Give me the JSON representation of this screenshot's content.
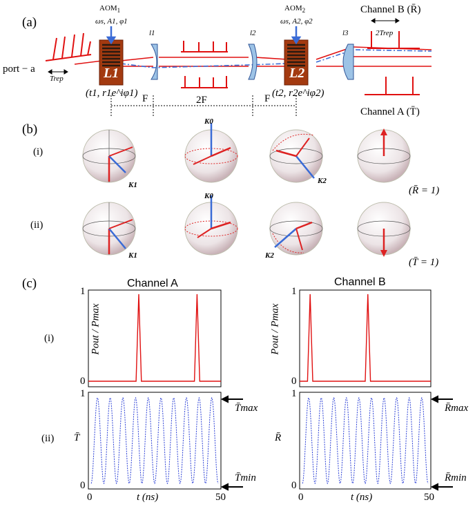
{
  "panel_a": {
    "letter": "(a)",
    "aom1": "AOM",
    "aom1_sub": "1",
    "aom1_params": "ωs, A1, φ1",
    "aom2": "AOM",
    "aom2_sub": "2",
    "aom2_params": "ωs, A2, φ2",
    "lattice1": "L1",
    "lattice2": "L2",
    "lens1": "l1",
    "lens2": "l2",
    "lens3": "l3",
    "port": "port − a",
    "trep": "Trep",
    "two_trep": "2Trep",
    "t1": "(t1, r1e^iφ1)",
    "t2": "(t2, r2e^iφ2)",
    "f_left": "F",
    "f_mid": "2F",
    "f_right": "F",
    "channel_b": "Channel B (R̄)",
    "channel_a": "Channel A (T̄)"
  },
  "panel_b": {
    "letter": "(b)",
    "row1": "(i)",
    "row2": "(ii)",
    "k1_top": "K1",
    "k0_top": "K0",
    "k2_top": "K2",
    "k1_bot": "K1",
    "k0_bot": "K0",
    "k2_bot": "K2",
    "result1": "(R̄ = 1)",
    "result2": "(T̄ = 1)"
  },
  "panel_c": {
    "letter": "(c)",
    "row1": "(i)",
    "row2": "(ii)",
    "chan_a_title": "Channel A",
    "chan_b_title": "Channel B",
    "ylabel_top": "Pout / Pmax",
    "ylabel_tbar": "T̄",
    "ylabel_rbar": "R̄",
    "xlabel": "t (ns)",
    "tmax": "T̄max",
    "tmin": "T̄min",
    "rmax": "R̄max",
    "rmin": "R̄min",
    "tick0": "0",
    "tick1": "1",
    "tick50": "50"
  },
  "chart_data": [
    {
      "type": "line",
      "title": "Channel A",
      "ylabel": "P_out / P_max",
      "xlim": [
        0,
        50
      ],
      "ylim": [
        0,
        1
      ],
      "series": [
        {
          "x": [
            0,
            18,
            19,
            20,
            40,
            41,
            42,
            50
          ],
          "values": [
            0,
            0,
            0.97,
            0,
            0,
            0.97,
            0,
            0
          ]
        }
      ]
    },
    {
      "type": "line",
      "title": "Channel B",
      "ylabel": "P_out / P_max",
      "xlim": [
        0,
        50
      ],
      "ylim": [
        0,
        1
      ],
      "series": [
        {
          "x": [
            0,
            3,
            4,
            5,
            25,
            26,
            27,
            50
          ],
          "values": [
            0,
            0,
            0.97,
            0,
            0,
            0.97,
            0,
            0
          ]
        }
      ]
    },
    {
      "type": "line",
      "ylabel": "T̄",
      "xlabel": "t (ns)",
      "xlim": [
        0,
        50
      ],
      "ylim": [
        0,
        1
      ],
      "oscillation_cycles": 10,
      "series": [
        {
          "values": [
            1,
            0
          ]
        }
      ]
    },
    {
      "type": "line",
      "ylabel": "R̄",
      "xlabel": "t (ns)",
      "xlim": [
        0,
        50
      ],
      "ylim": [
        0,
        1
      ],
      "oscillation_cycles": 10,
      "series": [
        {
          "values": [
            1,
            0
          ]
        }
      ]
    }
  ]
}
